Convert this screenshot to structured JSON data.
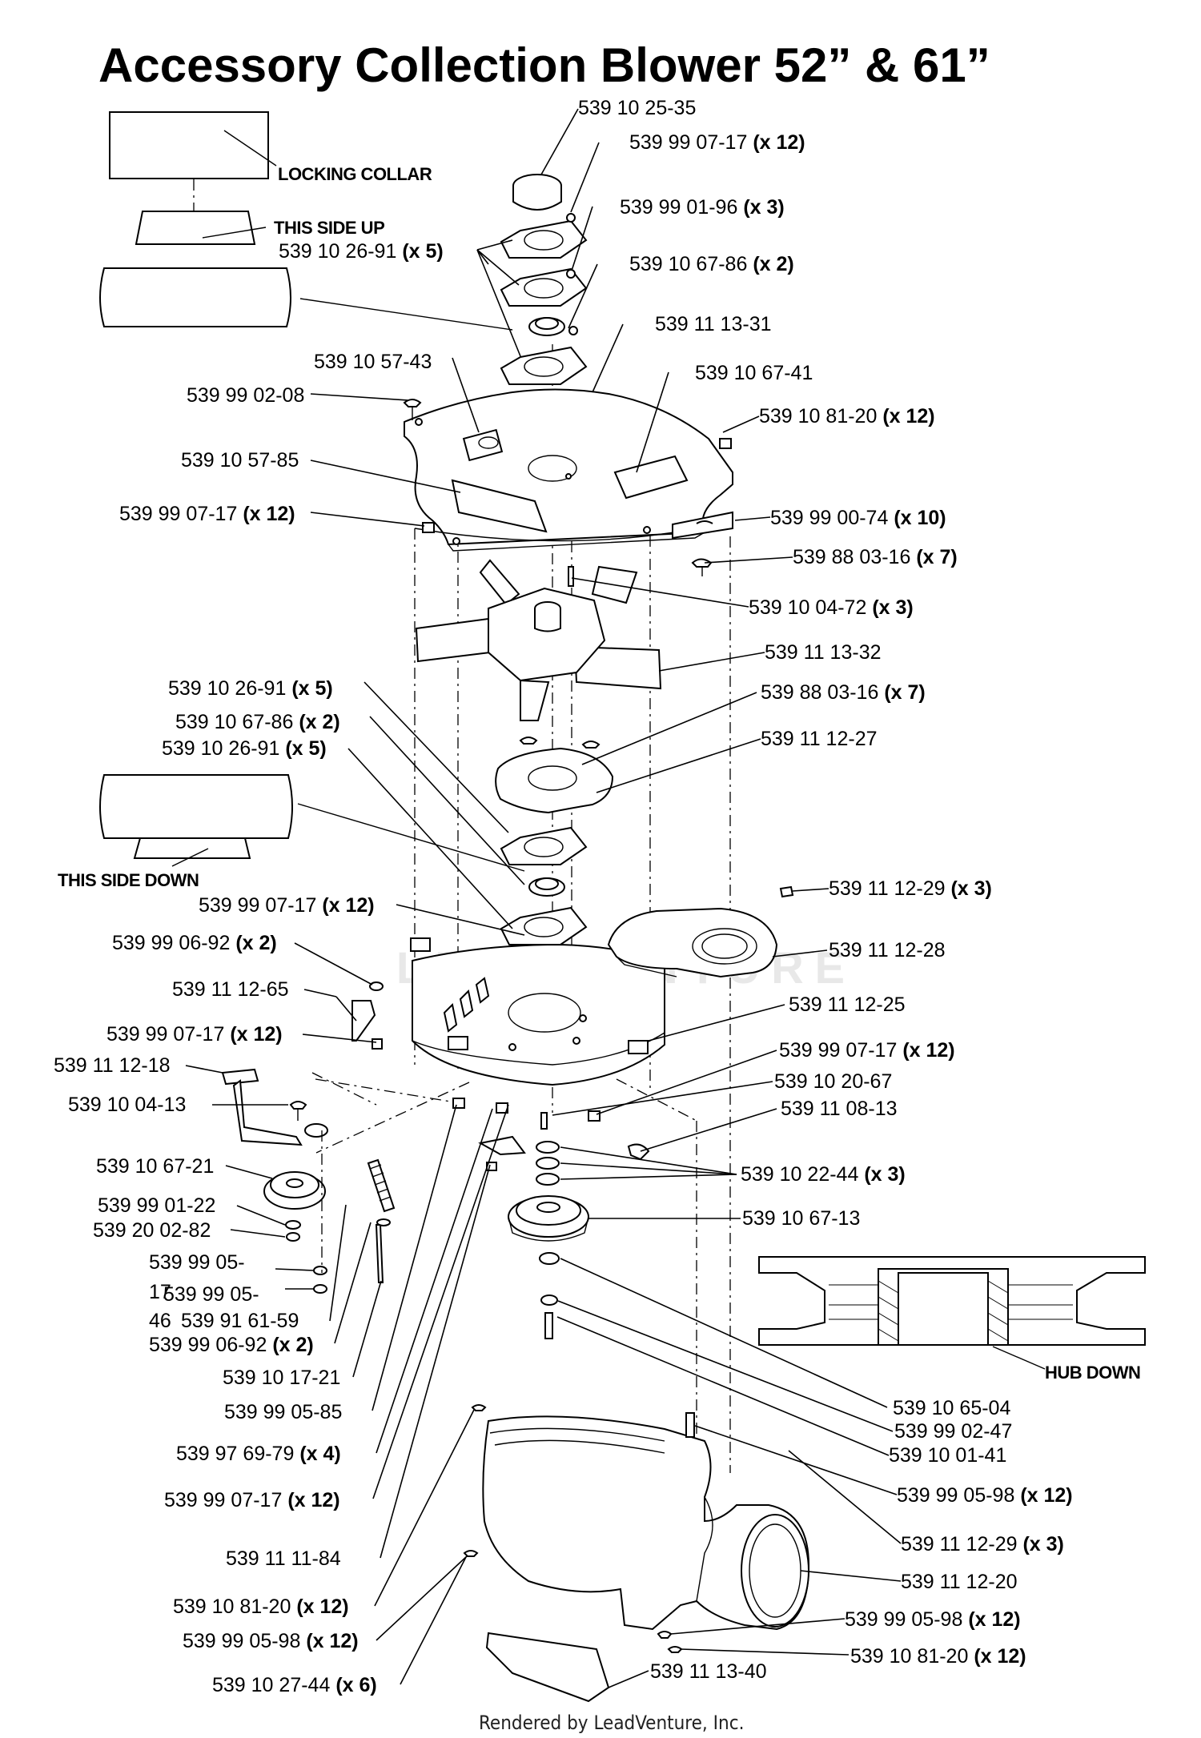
{
  "title": "Accessory Collection Blower 52” & 61”",
  "footer": "Rendered by LeadVenture, Inc.",
  "watermark": "LEADVENTURE",
  "notes": {
    "locking_collar": "LOCKING COLLAR",
    "this_side_up": "THIS SIDE UP",
    "this_side_down": "THIS SIDE DOWN",
    "hub_down": "HUB DOWN"
  },
  "callouts": [
    {
      "part": "539 10 25-35",
      "qty": ""
    },
    {
      "part": "539 99 07-17",
      "qty": "(x 12)"
    },
    {
      "part": "539 99 01-96",
      "qty": "(x 3)"
    },
    {
      "part": "539 10 26-91",
      "qty": "(x 5)"
    },
    {
      "part": "539 10 67-86",
      "qty": "(x 2)"
    },
    {
      "part": "539 11 13-31",
      "qty": ""
    },
    {
      "part": "539 10 57-43",
      "qty": ""
    },
    {
      "part": "539 10 67-41",
      "qty": ""
    },
    {
      "part": "539 99 02-08",
      "qty": ""
    },
    {
      "part": "539 10 81-20",
      "qty": "(x 12)"
    },
    {
      "part": "539 10 57-85",
      "qty": ""
    },
    {
      "part": "539 99 07-17",
      "qty": "(x 12)"
    },
    {
      "part": "539 99 00-74",
      "qty": "(x 10)"
    },
    {
      "part": "539 88 03-16",
      "qty": "(x 7)"
    },
    {
      "part": "539 10 04-72",
      "qty": "(x 3)"
    },
    {
      "part": "539 11 13-32",
      "qty": ""
    },
    {
      "part": "539 10 26-91",
      "qty": "(x 5)"
    },
    {
      "part": "539 88 03-16",
      "qty": "(x 7)"
    },
    {
      "part": "539 10 67-86",
      "qty": "(x 2)"
    },
    {
      "part": "539 10 26-91",
      "qty": "(x 5)"
    },
    {
      "part": "539 11 12-27",
      "qty": ""
    },
    {
      "part": "539 11 12-29",
      "qty": "(x 3)"
    },
    {
      "part": "539 99 07-17",
      "qty": "(x 12)"
    },
    {
      "part": "539 99 06-92",
      "qty": "(x 2)"
    },
    {
      "part": "539 11 12-28",
      "qty": ""
    },
    {
      "part": "539 11 12-65",
      "qty": ""
    },
    {
      "part": "539 11 12-25",
      "qty": ""
    },
    {
      "part": "539 99 07-17",
      "qty": "(x 12)"
    },
    {
      "part": "539 99 07-17",
      "qty": "(x 12)"
    },
    {
      "part": "539 11 12-18",
      "qty": ""
    },
    {
      "part": "539 10 20-67",
      "qty": ""
    },
    {
      "part": "539 10 04-13",
      "qty": ""
    },
    {
      "part": "539 11 08-13",
      "qty": ""
    },
    {
      "part": "539 10 67-21",
      "qty": ""
    },
    {
      "part": "539 10 22-44",
      "qty": "(x 3)"
    },
    {
      "part": "539 99 01-22",
      "qty": ""
    },
    {
      "part": "539 10 67-13",
      "qty": ""
    },
    {
      "part": "539 20 02-82",
      "qty": ""
    },
    {
      "part": "539 99 05-",
      "qty": ""
    },
    {
      "part": "17",
      "qty": ""
    },
    {
      "part": "539 99 05-",
      "qty": ""
    },
    {
      "part": "46",
      "qty": ""
    },
    {
      "part": "539 91 61-59",
      "qty": ""
    },
    {
      "part": "539 99 06-92",
      "qty": "(x 2)"
    },
    {
      "part": "539 10 17-21",
      "qty": ""
    },
    {
      "part": "539 10 65-04",
      "qty": ""
    },
    {
      "part": "539 99 05-85",
      "qty": ""
    },
    {
      "part": "539 99 02-47",
      "qty": ""
    },
    {
      "part": "539 10 01-41",
      "qty": ""
    },
    {
      "part": "539 97 69-79",
      "qty": "(x 4)"
    },
    {
      "part": "539 99 05-98",
      "qty": "(x 12)"
    },
    {
      "part": "539 99 07-17",
      "qty": "(x 12)"
    },
    {
      "part": "539 11 12-29",
      "qty": "(x 3)"
    },
    {
      "part": "539 11 11-84",
      "qty": ""
    },
    {
      "part": "539 11 12-20",
      "qty": ""
    },
    {
      "part": "539 10 81-20",
      "qty": "(x 12)"
    },
    {
      "part": "539 99 05-98",
      "qty": "(x 12)"
    },
    {
      "part": "539 99 05-98",
      "qty": "(x 12)"
    },
    {
      "part": "539 10 81-20",
      "qty": "(x 12)"
    },
    {
      "part": "539 10 27-44",
      "qty": "(x 6)"
    },
    {
      "part": "539 11 13-40",
      "qty": ""
    }
  ]
}
